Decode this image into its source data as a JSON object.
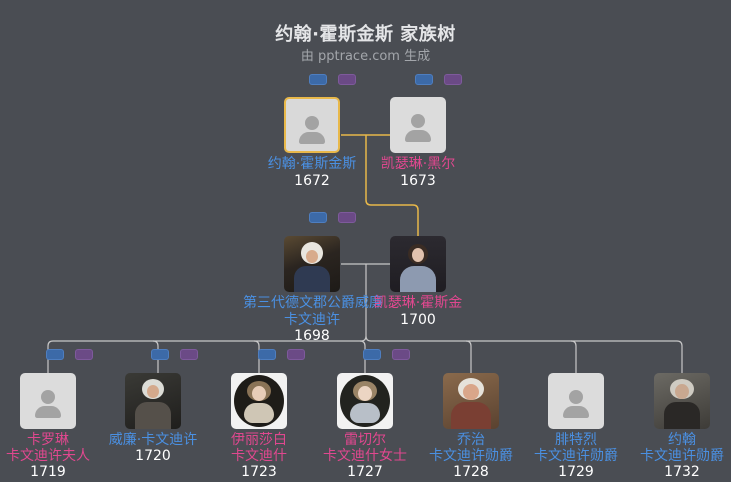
{
  "header": {
    "title": "约翰·霍斯金斯 家族树",
    "subtitle": "由 pptrace.com 生成"
  },
  "colors": {
    "background": "#4a4d53",
    "male": "#4a90e2",
    "female": "#e0488f",
    "selected_border": "#e8b84a",
    "selected_line": "#e8b84a",
    "line": "#c8c8c8"
  },
  "generations": [
    {
      "level": 1,
      "people": [
        {
          "id": "p1",
          "name_lines": [
            "约翰·霍斯金斯"
          ],
          "year": "1672",
          "gender": "male",
          "photo": "placeholder",
          "selected": true
        },
        {
          "id": "p2",
          "name_lines": [
            "凯瑟琳·黑尔"
          ],
          "year": "1673",
          "gender": "female",
          "photo": "placeholder"
        }
      ]
    },
    {
      "level": 2,
      "people": [
        {
          "id": "p3",
          "name_lines": [
            "第三代德文郡公爵威廉",
            "卡文迪许"
          ],
          "year": "1698",
          "gender": "male",
          "photo": "portrait"
        },
        {
          "id": "p4",
          "name_lines": [
            "凯瑟琳·霍斯金"
          ],
          "year": "1700",
          "gender": "female",
          "photo": "portrait"
        }
      ]
    },
    {
      "level": 3,
      "people": [
        {
          "id": "c1",
          "name_lines": [
            "卡罗琳",
            "卡文迪许夫人"
          ],
          "year": "1719",
          "gender": "female",
          "photo": "placeholder"
        },
        {
          "id": "c2",
          "name_lines": [
            "威廉·卡文迪许"
          ],
          "year": "1720",
          "gender": "male",
          "photo": "portrait"
        },
        {
          "id": "c3",
          "name_lines": [
            "伊丽莎白",
            "卡文迪什"
          ],
          "year": "1723",
          "gender": "female",
          "photo": "portrait-oval"
        },
        {
          "id": "c4",
          "name_lines": [
            "雷切尔",
            "卡文迪什女士"
          ],
          "year": "1727",
          "gender": "female",
          "photo": "portrait-oval"
        },
        {
          "id": "c5",
          "name_lines": [
            "乔治",
            "卡文迪许勋爵"
          ],
          "year": "1728",
          "gender": "male",
          "photo": "portrait"
        },
        {
          "id": "c6",
          "name_lines": [
            "腓特烈",
            "卡文迪许勋爵"
          ],
          "year": "1729",
          "gender": "male",
          "photo": "placeholder"
        },
        {
          "id": "c7",
          "name_lines": [
            "约翰",
            "卡文迪许勋爵"
          ],
          "year": "1732",
          "gender": "male",
          "photo": "portrait"
        }
      ]
    }
  ],
  "node_buttons": {
    "add_parent_male_icon": "add-father-icon",
    "add_parent_female_icon": "add-mother-icon"
  }
}
